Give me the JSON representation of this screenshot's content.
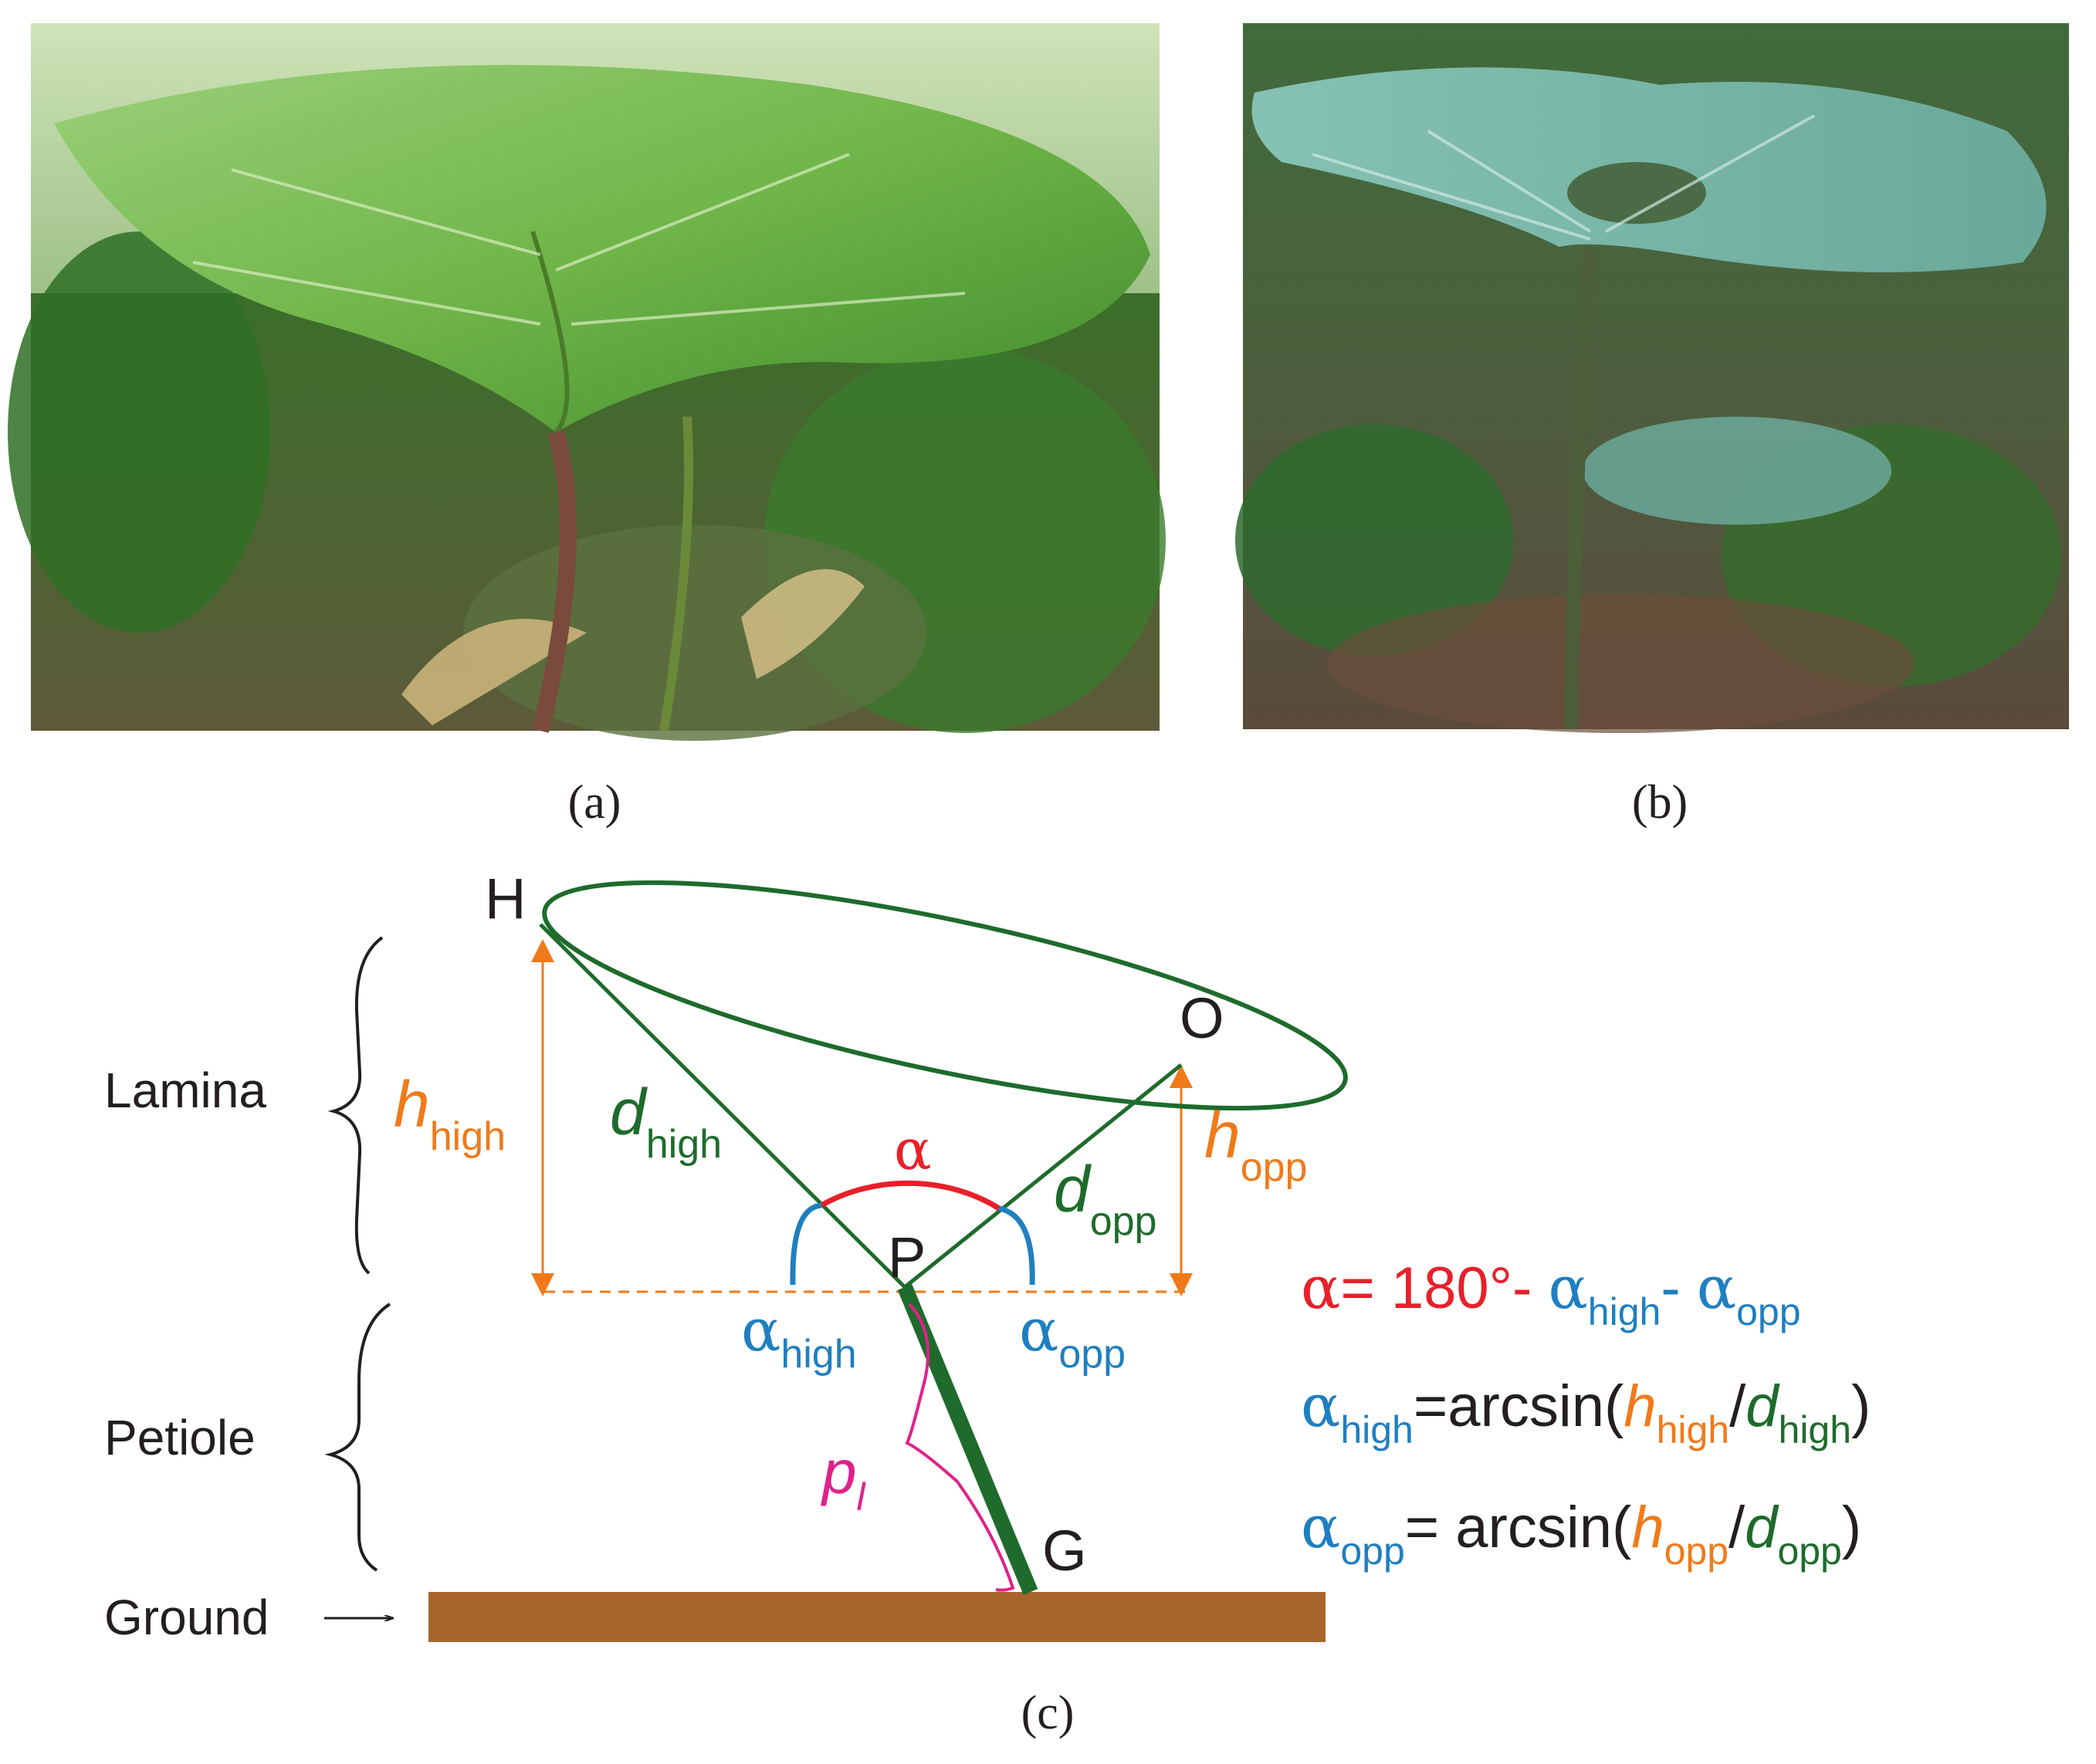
{
  "captions": {
    "a": "(a)",
    "b": "(b)",
    "c": "(c)"
  },
  "photos": {
    "a": {
      "description_name": "photo-a"
    },
    "b": {
      "description_name": "photo-b"
    }
  },
  "diagram": {
    "points": {
      "H": "H",
      "O": "O",
      "P": "P",
      "G": "G"
    },
    "regions": {
      "lamina": "Lamina",
      "petiole": "Petiole",
      "ground": "Ground"
    },
    "symbols": {
      "h": "h",
      "d": "d",
      "p": "p",
      "l": "l",
      "alpha": "α",
      "high": "high",
      "opp": "opp"
    },
    "equations": {
      "eq1_rhs": "= 180°-",
      "eq1_minus": "-",
      "arcsin": "arcsin(",
      "eq2_eq": "=",
      "eq3_eq": "= ",
      "slash": "/",
      "close": ")"
    }
  },
  "colors": {
    "green": "#1e6b2c",
    "orange": "#f07a1a",
    "red": "#e8202a",
    "blue": "#1f7fc0",
    "magenta": "#e0218a",
    "ground": "#a8652b",
    "text": "#231f20"
  }
}
